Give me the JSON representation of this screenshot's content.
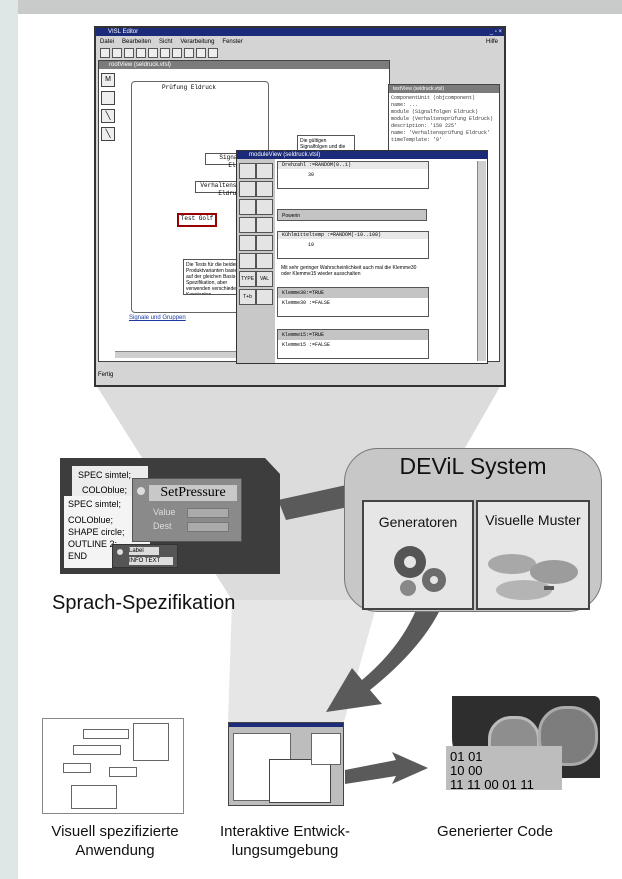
{
  "editor": {
    "title": "VISL Editor",
    "menu": [
      "Datei",
      "Bearbeiten",
      "Sicht",
      "Verarbeitung",
      "Fenster"
    ],
    "help": "Hilfe",
    "status": "Fertig",
    "rootview_title": "rootView (seldruck.vtsl)",
    "textview_title": "textView (seldruck.vtsl)",
    "textview_lines": [
      "ComponentUnit (objcomponent)",
      "name: ...",
      "module (Signalfolgen Eldruck)",
      "module (Verhaltensprüfung Eldruck)",
      "description: '150 225'",
      "name: 'Verhaltensprüfung Eldruck'",
      "timeTemplate: '0'"
    ],
    "group_label": "Prüfung Eldruck",
    "nodes": [
      "Signalfolgen Eldruck",
      "Verhaltensprüfung Eldruck",
      "Test Golf"
    ],
    "note1": "Die gültigen Signalfolgen und die eigentliche Verhaltensprüfung können in separaten Modulen spezifiziert werden",
    "note2": "Die Tests für die beiden Produktvarianten basieren auf der gleichen Basis-Spezifikation, aber verwenden verschiedene Konstanten",
    "link": "Signale und Gruppen",
    "moduleview_title": "moduleView (seldruck.vtsl)",
    "palette": [
      "",
      "",
      "",
      "",
      "",
      "",
      "",
      "",
      "",
      "",
      "",
      "",
      "TYPE",
      "VAL",
      "T+b",
      ""
    ],
    "blocks": [
      {
        "head": "",
        "line": "Drehzahl :=RANDOM(0..1)",
        "val": "30"
      },
      {
        "head": "Powerin",
        "line": "",
        "val": ""
      },
      {
        "head": "",
        "line": "Kühlmitteltemp :=RANDOM(-10..100)",
        "val": "10"
      },
      {
        "head": "Klemme30:=TRUE",
        "line": "Klemme30 :=FALSE",
        "val": ""
      },
      {
        "head": "Klemme15:=TRUE",
        "line": "Klemme15 :=FALSE",
        "val": ""
      }
    ],
    "module_note": "Mit sehr geringer Wahrscheinlichkeit auch mal die Klemme30 oder Klemme15 wieder ausschalten"
  },
  "spec": {
    "lines_back": [
      "SPEC simtel;",
      "COLOblue;"
    ],
    "lines_front": [
      "SPEC simtel;",
      "COLOblue;",
      "SHAPE circle;",
      "OUTLINE 2;",
      "END"
    ],
    "widget_title": "SetPressure",
    "widget_fields": [
      "Value",
      "Dest"
    ],
    "mini_lines": [
      "Label",
      "INFO TEXT"
    ]
  },
  "devil": {
    "title": "DEViL System",
    "generators": "Generatoren",
    "visual": "Visuelle Muster"
  },
  "labels": {
    "spec": "Sprach-Spezifikation",
    "app": "Visuell spezifizierte Anwendung",
    "ide": "Interaktive Entwick- lungsumgebung",
    "code": "Generierter Code"
  },
  "code_lines": [
    "01 01",
    "10 00",
    "11 11 00 01 11"
  ],
  "colors": {
    "beam": "#d8d8d8",
    "box": "#bdbdbd",
    "dark": "#3a3a3a",
    "title": "#1b2b7a",
    "arrow": "#5a5a5a"
  }
}
